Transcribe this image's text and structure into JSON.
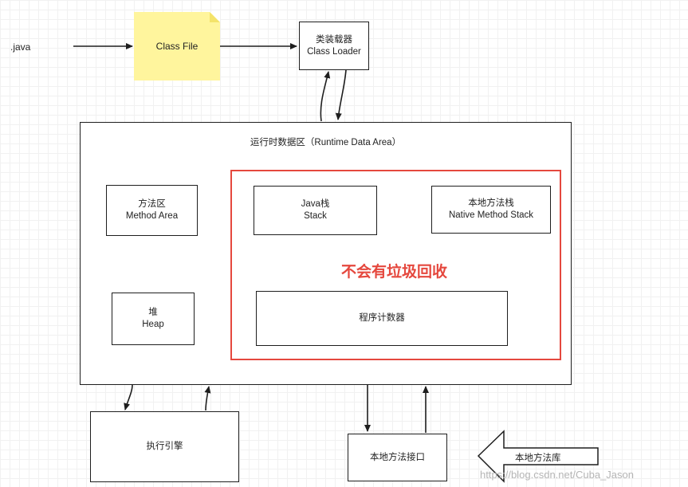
{
  "source_label": ".java",
  "class_file": "Class File",
  "class_loader": {
    "line1": "类装载器",
    "line2": "Class Loader"
  },
  "runtime_area_title": "运行时数据区（Runtime Data Area）",
  "method_area": {
    "line1": "方法区",
    "line2": "Method Area"
  },
  "heap": {
    "line1": "堆",
    "line2": "Heap"
  },
  "java_stack": {
    "line1": "Java栈",
    "line2": "Stack"
  },
  "native_method_stack": {
    "line1": "本地方法栈",
    "line2": "Native Method Stack"
  },
  "no_gc_label": "不会有垃圾回收",
  "program_counter": "程序计数器",
  "execution_engine": "执行引擎",
  "native_interface": "本地方法接口",
  "native_library": "本地方法库",
  "watermark": "https://blog.csdn.net/Cuba_Jason",
  "colors": {
    "highlight_red": "#e5483e",
    "note_yellow": "#fff59d",
    "line": "#1e1e1e"
  }
}
